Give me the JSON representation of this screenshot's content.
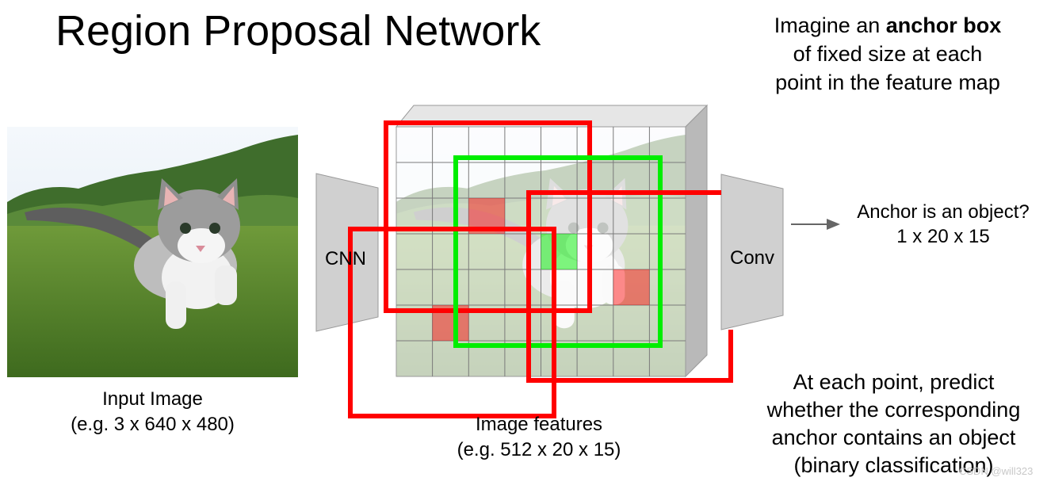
{
  "title": "Region Proposal Network",
  "top_note": {
    "line1_pre": "Imagine an ",
    "line1_bold": "anchor box",
    "line2": "of fixed size at each",
    "line3": "point in the feature map"
  },
  "input_caption": {
    "line1": "Input Image",
    "line2": "(e.g. 3 x 640 x 480)"
  },
  "cnn_label": "CNN",
  "conv_label": "Conv",
  "features_caption": {
    "line1": "Image features",
    "line2": "(e.g. 512 x 20 x 15)"
  },
  "anchor_question": {
    "line1": "Anchor is an object?",
    "line2": "1 x 20 x 15"
  },
  "bottom_note": {
    "line1": "At each point, predict",
    "line2": "whether the corresponding",
    "line3": "anchor contains an object",
    "line4": "(binary classification)"
  },
  "watermark": "CSDN @will323",
  "colors": {
    "anchor_box": "#ff0000",
    "highlight_box": "#00ee00",
    "trapezoid_fill": "#d0d0d0",
    "arrow": "#666666"
  },
  "icons": {
    "arrow": "right-arrow-icon"
  }
}
